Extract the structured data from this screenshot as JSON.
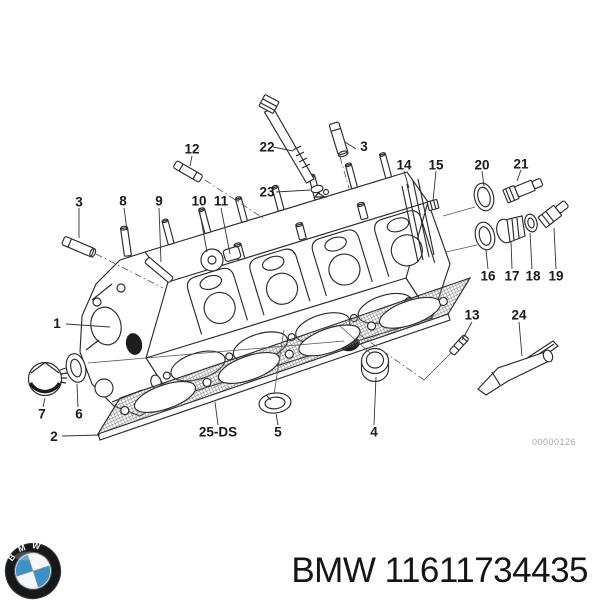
{
  "diagram": {
    "title_hint": "cylinder head exploded parts drawing",
    "watermark": "00000126",
    "line_color": "#2b2b2b",
    "labels": [
      {
        "text": "1"
      },
      {
        "text": "2"
      },
      {
        "text": "3"
      },
      {
        "text": "3"
      },
      {
        "text": "4"
      },
      {
        "text": "5"
      },
      {
        "text": "6"
      },
      {
        "text": "7"
      },
      {
        "text": "8"
      },
      {
        "text": "9"
      },
      {
        "text": "10"
      },
      {
        "text": "11"
      },
      {
        "text": "12"
      },
      {
        "text": "13"
      },
      {
        "text": "14"
      },
      {
        "text": "15"
      },
      {
        "text": "16"
      },
      {
        "text": "17"
      },
      {
        "text": "18"
      },
      {
        "text": "19"
      },
      {
        "text": "20"
      },
      {
        "text": "21"
      },
      {
        "text": "22"
      },
      {
        "text": "23"
      },
      {
        "text": "24"
      },
      {
        "text": "25-DS"
      }
    ]
  },
  "footer": {
    "text": "BMW 11611734435",
    "logo_text": "BMW",
    "logo_blue": "#3c92c5",
    "logo_dark": "#17181a"
  }
}
